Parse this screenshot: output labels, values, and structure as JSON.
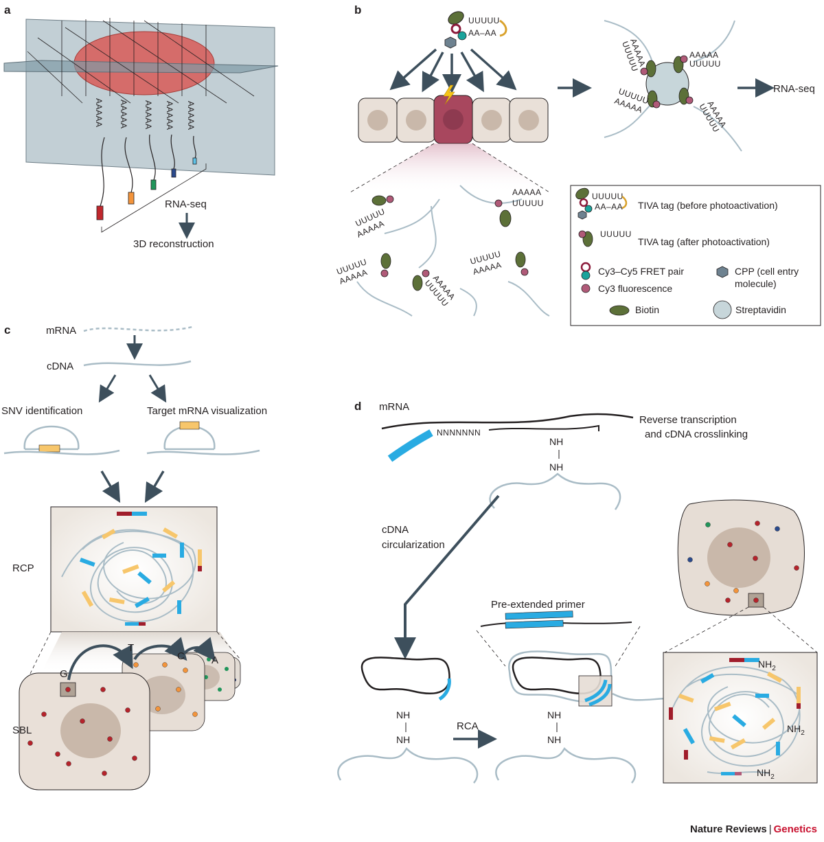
{
  "panels": {
    "a": {
      "letter": "a",
      "polyA": "AAAAA",
      "rna_seq": "RNA-seq",
      "reconstruction": "3D reconstruction"
    },
    "b": {
      "letter": "b",
      "tag_u": "UUUUU",
      "tag_aa": "AA–AA",
      "polyA": "AAAAA",
      "polyU": "UUUUU",
      "rna_seq": "RNA-seq",
      "legend": {
        "tiva_before": "TIVA tag (before photoactivation)",
        "tiva_after": "TIVA tag (after photoactivation)",
        "fret": "Cy3–Cy5 FRET pair",
        "cy3": "Cy3 fluorescence",
        "cpp_line1": "CPP (cell entry",
        "cpp_line2": "molecule)",
        "biotin": "Biotin",
        "streptavidin": "Streptavidin",
        "sym_u": "UUUUU",
        "sym_aa": "AA–AA"
      }
    },
    "c": {
      "letter": "c",
      "mrna": "mRNA",
      "cdna": "cDNA",
      "snv": "SNV identification",
      "target": "Target mRNA visualization",
      "rcp": "RCP",
      "sbl": "SBL",
      "bases": [
        "G",
        "T",
        "C",
        "A"
      ]
    },
    "d": {
      "letter": "d",
      "mrna": "mRNA",
      "primer_seq": "NNNNNNN",
      "rt_line1": "Reverse transcription",
      "rt_line2": "and cDNA crosslinking",
      "nh": "NH",
      "circ_line1": "cDNA",
      "circ_line2": "circularization",
      "pre_extended": "Pre-extended primer",
      "rca": "RCA",
      "nh2": "NH",
      "nh2_sub": "2"
    }
  },
  "footer": {
    "journal": "Nature Reviews",
    "separator": "|",
    "section": "Genetics"
  },
  "colors": {
    "arrow": "#3d4f5c",
    "cell": "#e9e0d8",
    "nucleus": "#c9b8aa",
    "red_cell": "#a8475e",
    "tissue": "#d9534f",
    "slice": "#aebfc7",
    "biotin": "#5c7038",
    "cy3": "#b05a78",
    "cy5": "#1aa39b",
    "blue": "#29abe2",
    "yellow": "#f7c66b",
    "darkred": "#a01d2b",
    "strand": "#a9bcc6",
    "genetics_red": "#c8102e"
  }
}
